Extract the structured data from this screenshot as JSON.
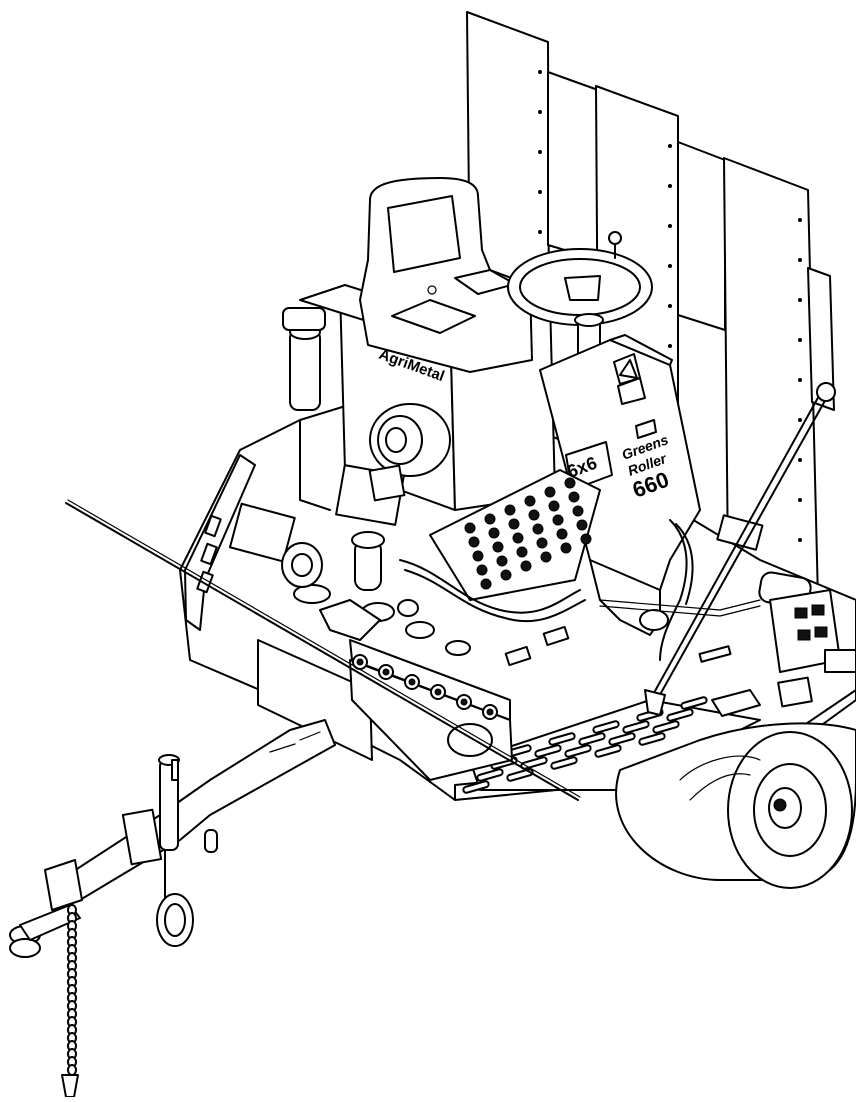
{
  "labels": {
    "brand": "AgriMetal",
    "model_line1": "Greens",
    "model_line2": "Roller",
    "model_number": "660",
    "size_badge": "6x6"
  },
  "colors": {
    "ink": "#000000",
    "paper": "#ffffff"
  }
}
